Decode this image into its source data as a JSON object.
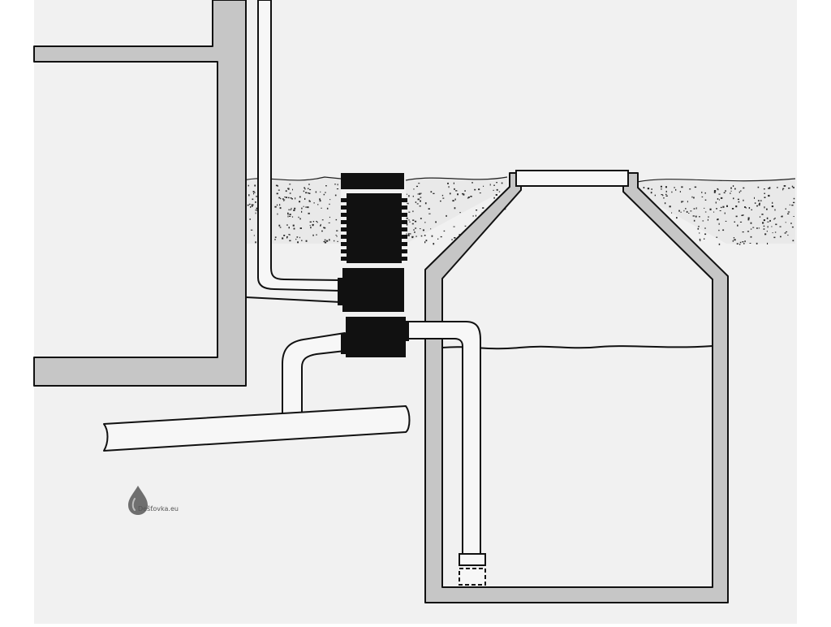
{
  "diagram": {
    "type": "rainwater-harvesting-cross-section",
    "colors": {
      "background": "#f1f1f1",
      "page_margin": "#ffffff",
      "wall_fill": "#c6c6c6",
      "outline": "#111111",
      "filter_body": "#111111",
      "soil_dots": "#2a2a2a",
      "watermark_drop": "#6f6f6f"
    },
    "parts": {
      "house": "house-wall",
      "downpipe": "rain-downpipe",
      "filter": "rainwater-filter",
      "tank": "underground-tank",
      "inflow_pipe": "tank-inlet-pipe",
      "overflow_pipe": "overflow-to-sewer-pipe",
      "soil": "soil-layer",
      "water": "water-level-line"
    }
  },
  "watermark": {
    "icon": "water-drop-icon",
    "text": "Dešťovka.eu"
  }
}
